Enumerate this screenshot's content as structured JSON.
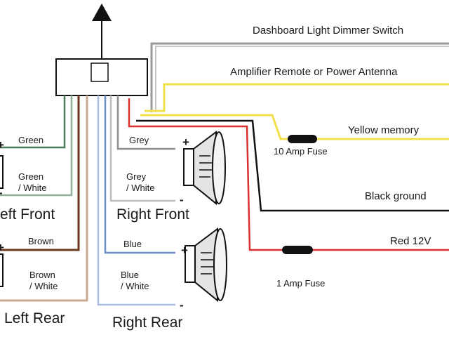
{
  "wires": {
    "dimmer": "Dashboard Light Dimmer Switch",
    "amp_remote": "Amplifier Remote or Power Antenna",
    "yellow": "Yellow memory",
    "fuse_10": "10 Amp Fuse",
    "ground": "Black ground",
    "red": "Red 12V",
    "fuse_1": "1 Amp Fuse"
  },
  "speakers": {
    "left_front": {
      "label": "eft Front",
      "pos_wire": "Green",
      "neg_wire_line1": "Green",
      "neg_wire_line2": "/ White",
      "plus": "+",
      "minus": "-"
    },
    "right_front": {
      "label": "Right Front",
      "pos_wire": "Grey",
      "neg_wire_line1": "Grey",
      "neg_wire_line2": "/ White",
      "plus": "+",
      "minus": "-"
    },
    "left_rear": {
      "label": "Left Rear",
      "pos_wire": "Brown",
      "neg_wire_line1": "Brown",
      "neg_wire_line2": "/ White",
      "plus": "+",
      "minus": "-"
    },
    "right_rear": {
      "label": "Right Rear",
      "pos_wire": "Blue",
      "neg_wire_line1": "Blue",
      "neg_wire_line2": "/ White",
      "plus": "+",
      "minus": "-"
    }
  },
  "colors": {
    "grey_wire": "#9a9a9a",
    "yellow_wire": "#f2e04a",
    "black_wire": "#111111",
    "red_wire": "#d93030",
    "green_wire": "#4a7a5a",
    "green_white_wire": "#8fb09a",
    "brown_wire": "#6b3a1e",
    "brown_white_wire": "#c9a98e",
    "blue_wire": "#6d8fc9",
    "blue_white_wire": "#a9bde0"
  }
}
